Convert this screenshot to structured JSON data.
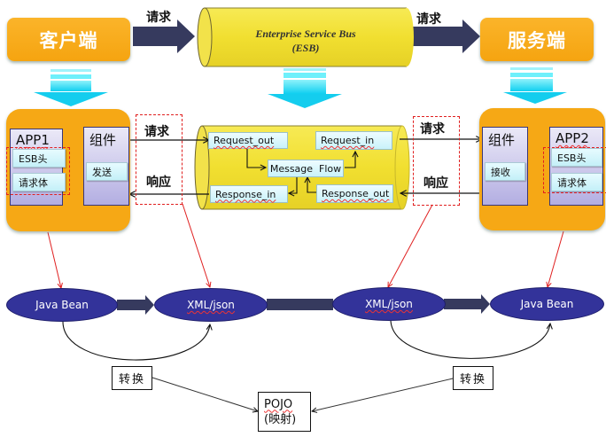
{
  "top": {
    "client_label": "客户端",
    "server_label": "服务端",
    "request_left": "请求",
    "request_right": "请求",
    "esb_title_line1": "Enterprise Service Bus",
    "esb_title_line2": "(ESB)"
  },
  "left_panel": {
    "app_label": "APP1",
    "items": [
      "ESB头",
      "请求体"
    ],
    "component_label": "组件",
    "component_action": "发送"
  },
  "right_panel": {
    "app_label": "APP2",
    "items": [
      "ESB头",
      "请求体"
    ],
    "component_label": "组件",
    "component_action": "接收"
  },
  "left_channel": {
    "request": "请求",
    "response": "响应"
  },
  "right_channel": {
    "request": "请求",
    "response": "响应"
  },
  "bus": {
    "request_out": "Request_out",
    "request_in": "Request_in",
    "message_flow": "Message  Flow",
    "response_in": "Response_in",
    "response_out": "Response_out"
  },
  "bottom": {
    "nodes": [
      "Java Bean",
      "XML/json",
      "XML/json",
      "Java Bean"
    ],
    "convert_left": "转换",
    "convert_right": "转换",
    "pojo_line1": "POJO",
    "pojo_line2": "(映射)"
  },
  "colors": {
    "orange": "#f6a815",
    "navy_arrow": "#363a5e",
    "ellipse": "#33339a",
    "esb_yellow": "#f3e33a",
    "cyan_arrow": "#14d7f2",
    "red_line": "#e02020"
  }
}
